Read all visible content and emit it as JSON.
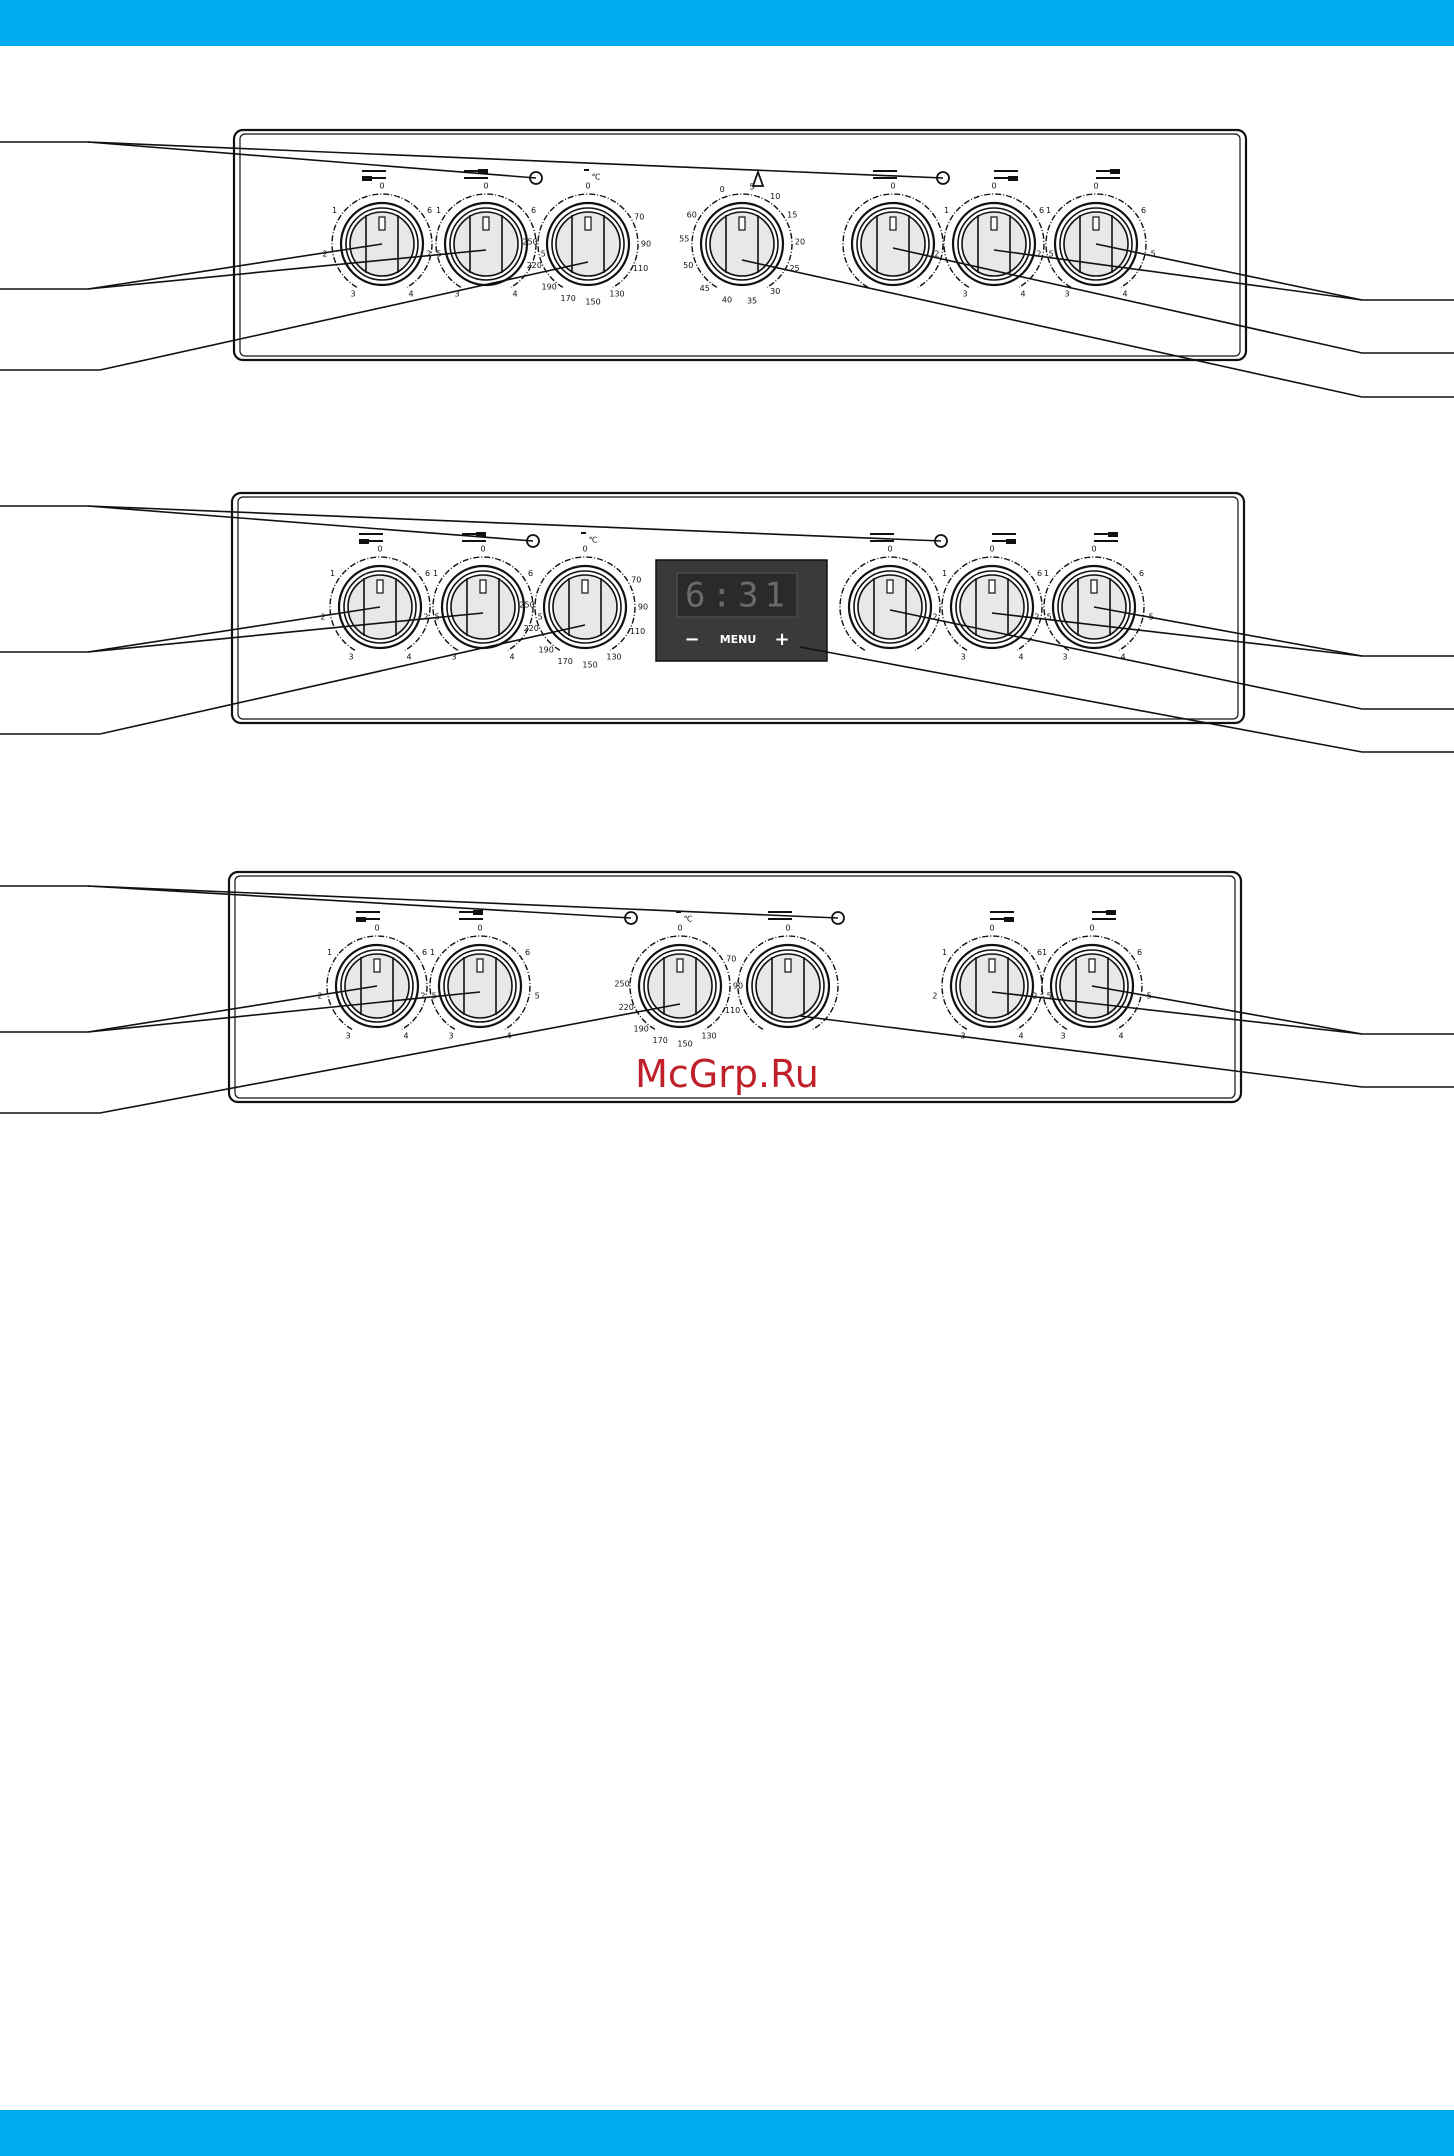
{
  "colors": {
    "banner": "#00adef",
    "line": "#111111",
    "watermark": "#c0202a"
  },
  "watermark": "McGrp.Ru",
  "scales": {
    "hob": [
      "0",
      "1",
      "2",
      "3",
      "4",
      "5",
      "6"
    ],
    "oven_temp": [
      "0",
      "70",
      "90",
      "110",
      "130",
      "150",
      "170",
      "190",
      "220",
      "250"
    ],
    "timer": [
      "0",
      "5",
      "10",
      "15",
      "20",
      "25",
      "30",
      "35",
      "40",
      "45",
      "50",
      "55",
      "60"
    ],
    "function": [
      "0"
    ]
  },
  "display": {
    "time": "6:31",
    "minus": "−",
    "menu": "MENU",
    "plus": "+"
  }
}
